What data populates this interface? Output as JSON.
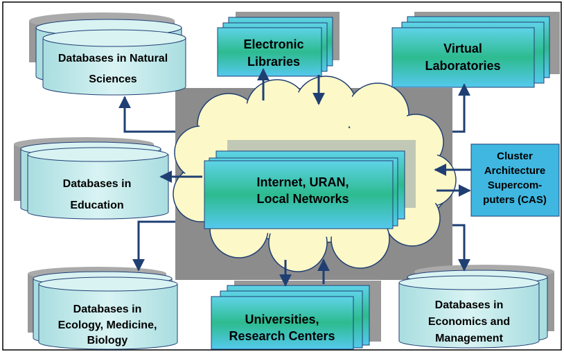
{
  "nodes": {
    "db_natural": {
      "line1": "Databases in Natural",
      "line2": "Sciences"
    },
    "electronic_libraries": {
      "line1": "Electronic",
      "line2": "Libraries"
    },
    "virtual_laboratories": {
      "line1": "Virtual",
      "line2": "Laboratories"
    },
    "db_education": {
      "line1": "Databases in",
      "line2": "Education"
    },
    "network": {
      "line1": "Internet, URAN,",
      "line2": "Local Networks"
    },
    "cas": {
      "line1": "Cluster",
      "line2": "Architecture",
      "line3": "Supercom-",
      "line4": "puters (CAS)"
    },
    "db_ecology": {
      "line1": "Databases in",
      "line2": "Ecology, Medicine,",
      "line3": "Biology"
    },
    "universities": {
      "line1": "Universities,",
      "line2": "Research Centers"
    },
    "db_economics": {
      "line1": "Databases in",
      "line2": "Economics and",
      "line3": "Management"
    }
  },
  "colors": {
    "arrow": "#1f3f73",
    "gray_panel": "#8c8c8c",
    "cloud_fill": "#fdf8c8",
    "box_gradient_top": "#5fd3e8",
    "box_gradient_mid": "#2dbb8f",
    "box_gradient_bottom": "#55c9ee",
    "cylinder_fill": "#c7ecee"
  }
}
